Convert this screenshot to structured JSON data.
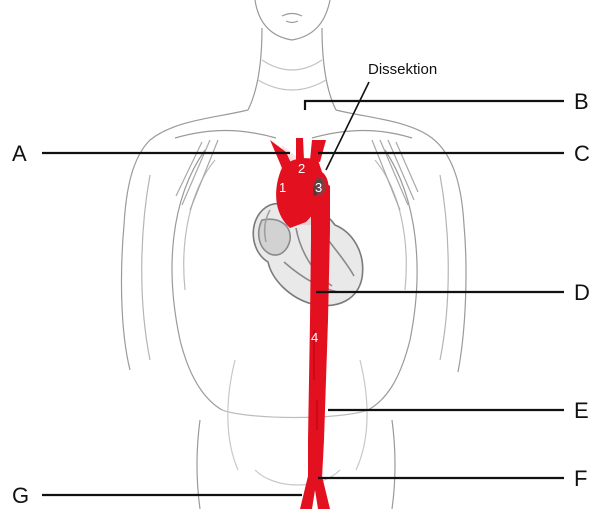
{
  "diagram": {
    "callout": "Dissektion",
    "labels": {
      "A": "A",
      "B": "B",
      "C": "C",
      "D": "D",
      "E": "E",
      "F": "F",
      "G": "G"
    },
    "segments": {
      "s1": "1",
      "s2": "2",
      "s3": "3",
      "s4": "4"
    }
  },
  "colors": {
    "aorta": "#e3101f",
    "lines": "#111111",
    "sketch": "#9a9a9a",
    "heart": "#8a8a8a"
  }
}
